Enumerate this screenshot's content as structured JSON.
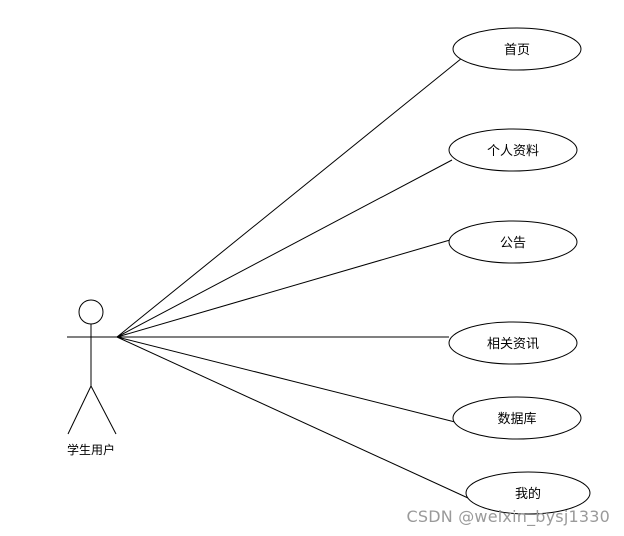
{
  "actor": {
    "label": "学生用户"
  },
  "use_cases": [
    {
      "label": "首页"
    },
    {
      "label": "个人资料"
    },
    {
      "label": "公告"
    },
    {
      "label": "相关资讯"
    },
    {
      "label": "数据库"
    },
    {
      "label": "我的"
    }
  ],
  "watermark": "CSDN @weixin_bysj1330",
  "colors": {
    "stroke": "#000000",
    "background": "#ffffff",
    "watermark": "#9a9a9a"
  }
}
